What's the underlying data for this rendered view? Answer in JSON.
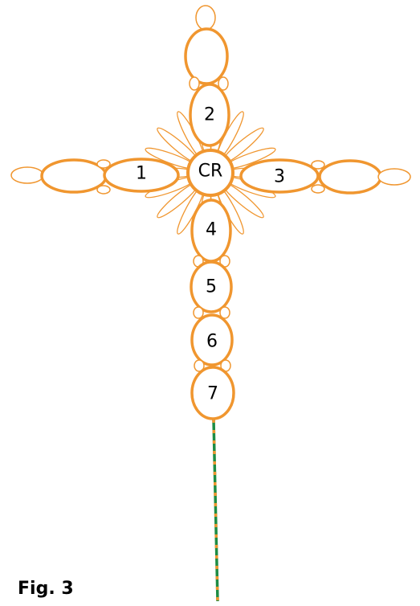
{
  "figure": {
    "caption": "Fig. 3"
  },
  "colors": {
    "ring": "#F0962F",
    "thread_green": "#1E8C45",
    "thread_orange": "#F0962F",
    "label": "#000000",
    "background": "#FFFFFF"
  },
  "rings": {
    "center": "CR",
    "r1": "1",
    "r2": "2",
    "r3": "3",
    "r4": "4",
    "r5": "5",
    "r6": "6",
    "r7": "7"
  }
}
